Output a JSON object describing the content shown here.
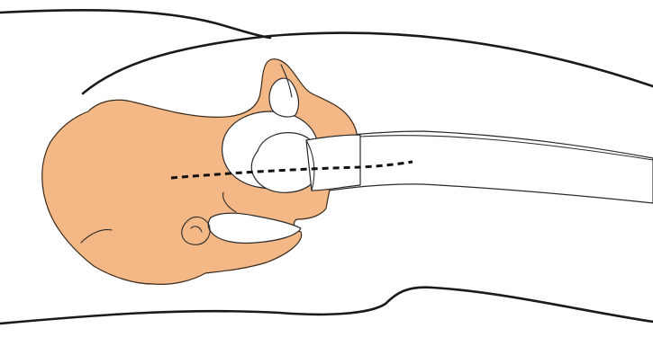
{
  "colors": {
    "bone_fill": "#F4B886",
    "outline": "#1a1a1a",
    "background": "#ffffff"
  },
  "parts": [
    "body-outline",
    "pelvis",
    "acetabulum",
    "femoral-head",
    "femur-shaft",
    "obturator-foramen",
    "incision-line"
  ]
}
